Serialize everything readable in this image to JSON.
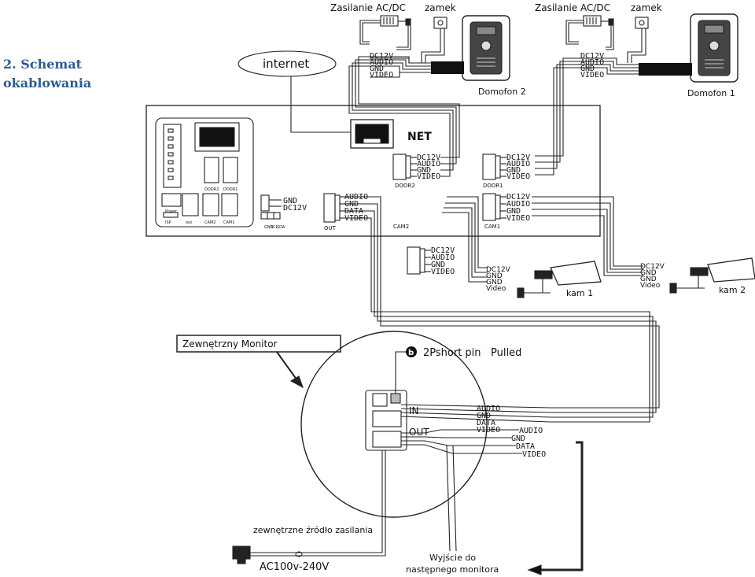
{
  "heading": {
    "line1": "2. Schemat",
    "line2": "okablowania"
  },
  "top": {
    "psu_label_2": "Zasilanie AC/DC",
    "lock_label_2": "zamek",
    "psu_label_1": "Zasilanie AC/DC",
    "lock_label_1": "zamek",
    "internet": "internet",
    "net": "NET",
    "door_station_2": "Domofon 2",
    "door_station_1": "Domofon 1"
  },
  "wires": {
    "dc12v": "DC12V",
    "audio": "AUDIO",
    "gnd": "GND",
    "video": "VIDEO",
    "data": "DATA",
    "video_lc": "Video"
  },
  "unit": {
    "door2": "DOOR2",
    "door1": "DOOR1",
    "cam2": "CAM2",
    "cam1": "CAM1",
    "out": "OUT",
    "power_label": "Power",
    "isp": "ISP",
    "out_small": "out",
    "sda": "SDA",
    "scl": "SCL",
    "gnd_small": "GND"
  },
  "cameras": {
    "kam1": "kam 1",
    "kam2": "kam 2"
  },
  "monitor": {
    "title": "Zewnętrzny Monitor",
    "short_pin": "2Pshort pin",
    "pulled": "Pulled",
    "in": "IN",
    "out": "OUT",
    "power_source": "zewnętrzne źródło zasilania",
    "ac": "AC100v-240V",
    "next_line1": "Wyjście do",
    "next_line2": "następnego monitora",
    "pin_letter": "b"
  }
}
